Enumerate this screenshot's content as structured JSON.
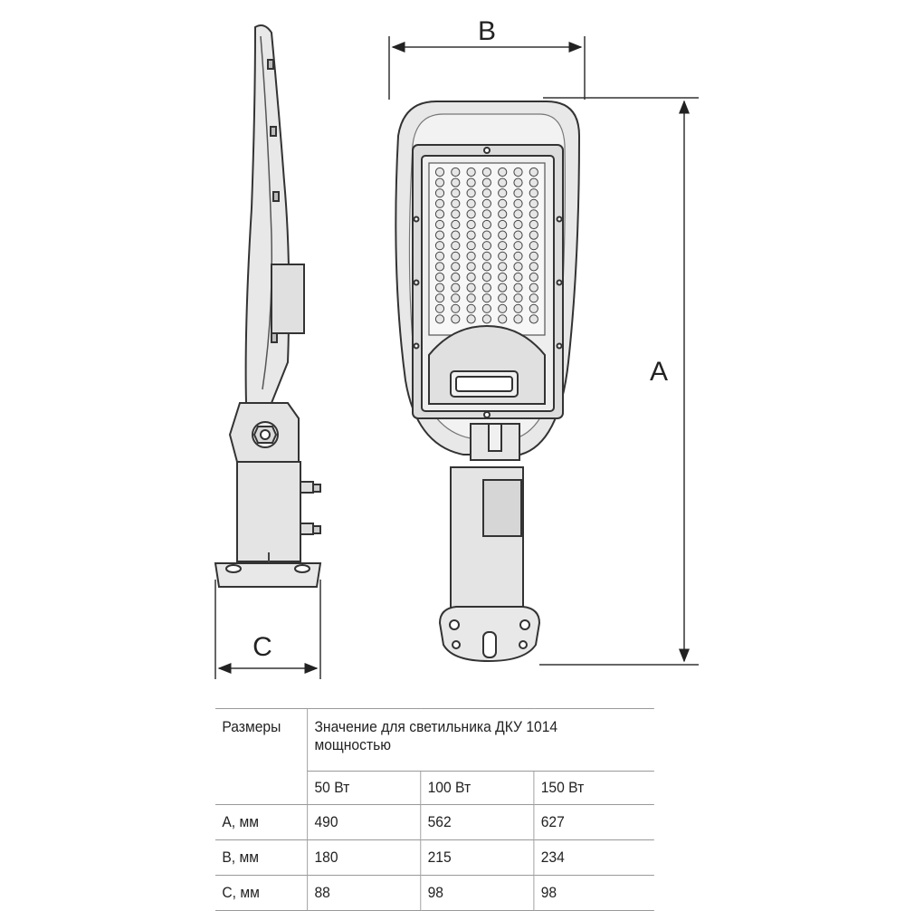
{
  "dimensions": {
    "label_a": "A",
    "label_b": "B",
    "label_c": "C"
  },
  "table": {
    "corner_header": "Размеры",
    "group_header_line1": "Значение для светильника ДКУ 1014",
    "group_header_line2": "мощностью",
    "power_columns": [
      "50 Вт",
      "100 Вт",
      "150 Вт"
    ],
    "rows": [
      {
        "label": "A, мм",
        "values": [
          "490",
          "562",
          "627"
        ]
      },
      {
        "label": "B, мм",
        "values": [
          "180",
          "215",
          "234"
        ]
      },
      {
        "label": "C, мм",
        "values": [
          "88",
          "98",
          "98"
        ]
      }
    ]
  }
}
